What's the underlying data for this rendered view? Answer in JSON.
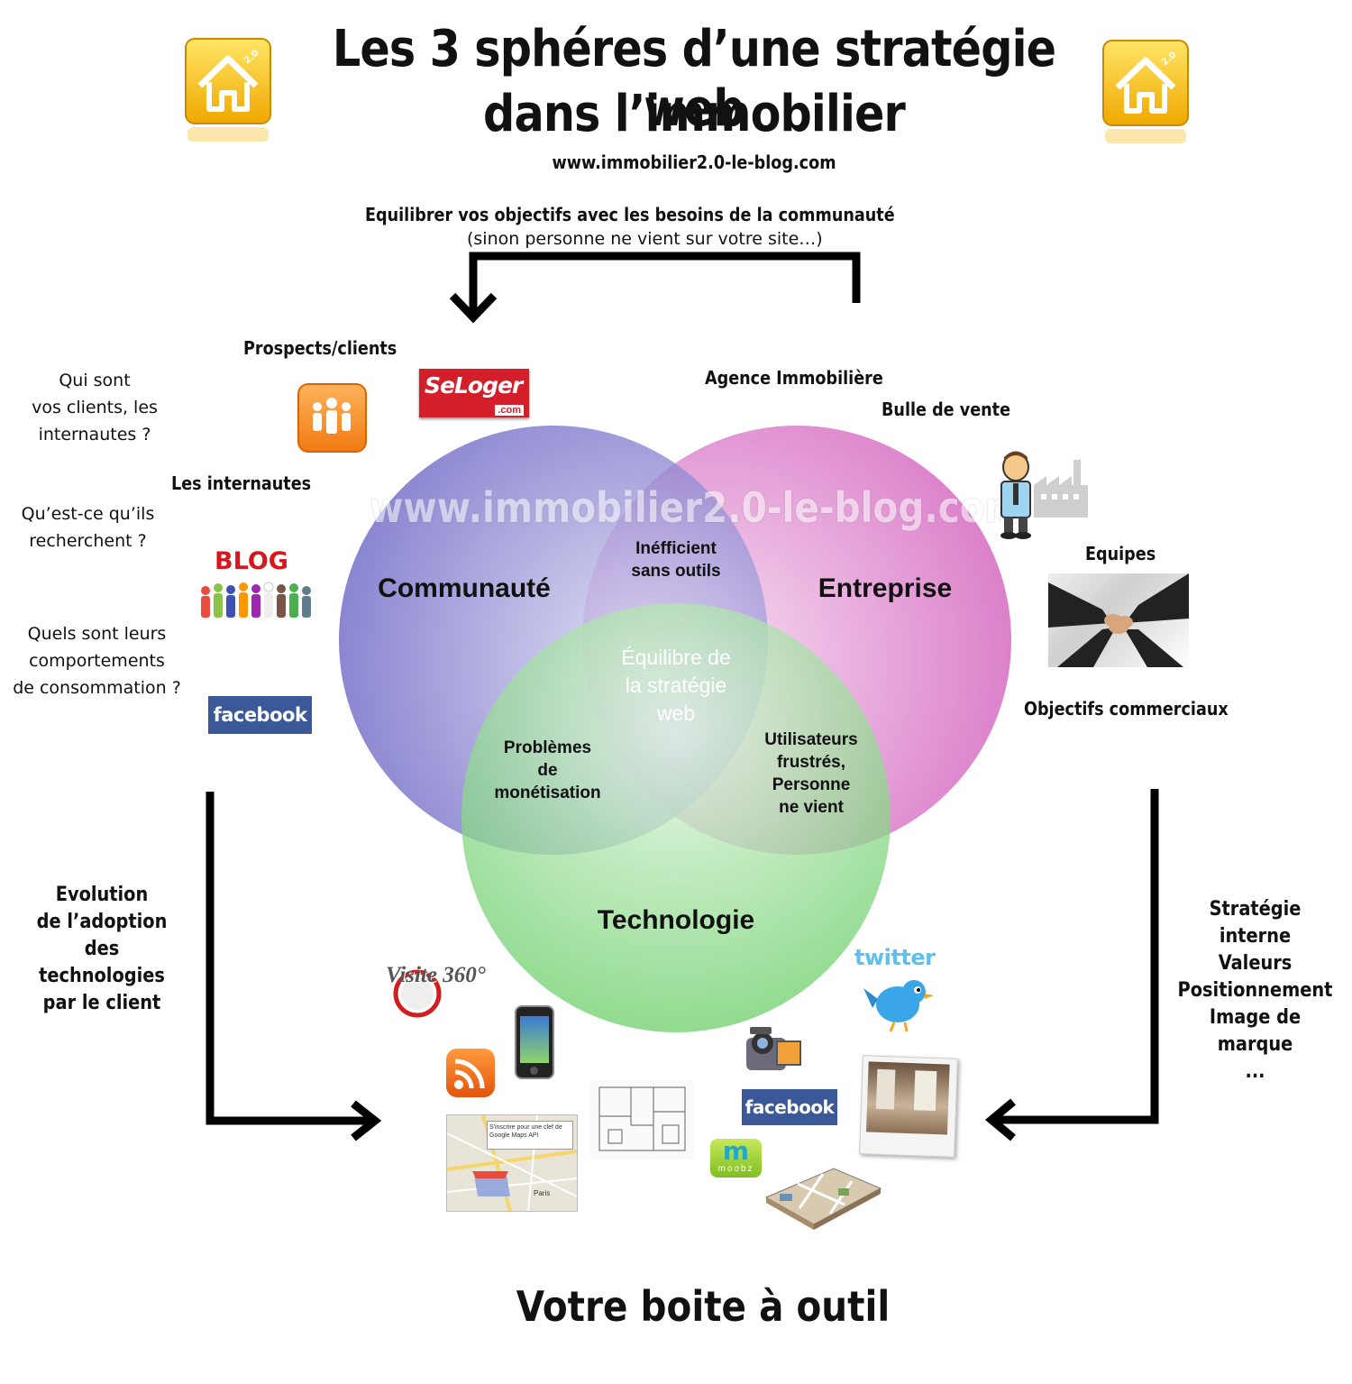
{
  "title": {
    "line1": "Les 3 sphéres d’une stratégie web",
    "line2": "dans l’immobilier"
  },
  "url": "www.immobilier2.0-le-blog.com",
  "watermark": "www.immobilier2.0-le-blog.com",
  "balance": {
    "line1": "Equilibrer vos objectifs avec les besoins de la communauté",
    "line2": "(sinon personne ne vient sur votre site…)"
  },
  "left_questions": {
    "q1": [
      "Qui sont",
      "vos clients, les",
      "internautes ?"
    ],
    "q2": [
      "Qu’est-ce qu’ils",
      "recherchent ?"
    ],
    "q3": [
      "Quels sont leurs",
      "comportements",
      "de consommation ?"
    ]
  },
  "labels": {
    "prospects": "Prospects/clients",
    "internautes": "Les internautes",
    "agence": "Agence Immobilière",
    "bulle": "Bulle de vente",
    "equipes": "Equipes",
    "objectifs": "Objectifs commerciaux"
  },
  "left_side": [
    "Evolution",
    "de l’adoption",
    "des",
    "technologies",
    "par le client"
  ],
  "right_side": [
    "Stratégie interne",
    "Valeurs",
    "Positionnement",
    "Image de marque",
    "..."
  ],
  "venn": {
    "communaute": "Communauté",
    "entreprise": "Entreprise",
    "technologie": "Technologie",
    "inefficient": [
      "Inéfficient",
      "sans outils"
    ],
    "equilibre": [
      "Équilibre de",
      "la stratégie",
      "web"
    ],
    "problemes": [
      "Problèmes",
      "de",
      "monétisation"
    ],
    "utilisateurs": [
      "Utilisateurs",
      "frustrés,",
      "Personne",
      "ne vient"
    ],
    "colors": {
      "communaute": "#6a64c4",
      "entreprise": "#d66bc2",
      "technologie": "#6ccf6a"
    }
  },
  "logos": {
    "seloger": "SeLoger",
    "seloger_com": ".com",
    "blog": "BLOG",
    "facebook": "facebook",
    "visite": "Visite 360°",
    "twitter": "twitter",
    "moobz": "m",
    "moobz_text": "moobz",
    "maps_note": "S'inscrire pour une clef de Google Maps API",
    "maps_city": "Paris",
    "badge_20": "2.0"
  },
  "bottom": "Votre boite à outil"
}
